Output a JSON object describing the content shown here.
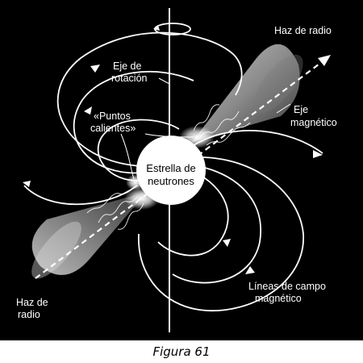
{
  "labels": {
    "beam_top": "Haz de radio",
    "rotation_axis_line1": "Eje de",
    "rotation_axis_line2": "rotación",
    "hot_spots_line1": "«Puntos",
    "hot_spots_line2": "calientes»",
    "magnetic_axis_line1": "Eje",
    "magnetic_axis_line2": "magnético",
    "star_line1": "Estrella de",
    "star_line2": "neutrones",
    "field_lines_line1": "Líneas de campo",
    "field_lines_line2": "magnético",
    "beam_bottom_line1": "Haz de",
    "beam_bottom_line2": "radio"
  },
  "caption": "Figura 61"
}
